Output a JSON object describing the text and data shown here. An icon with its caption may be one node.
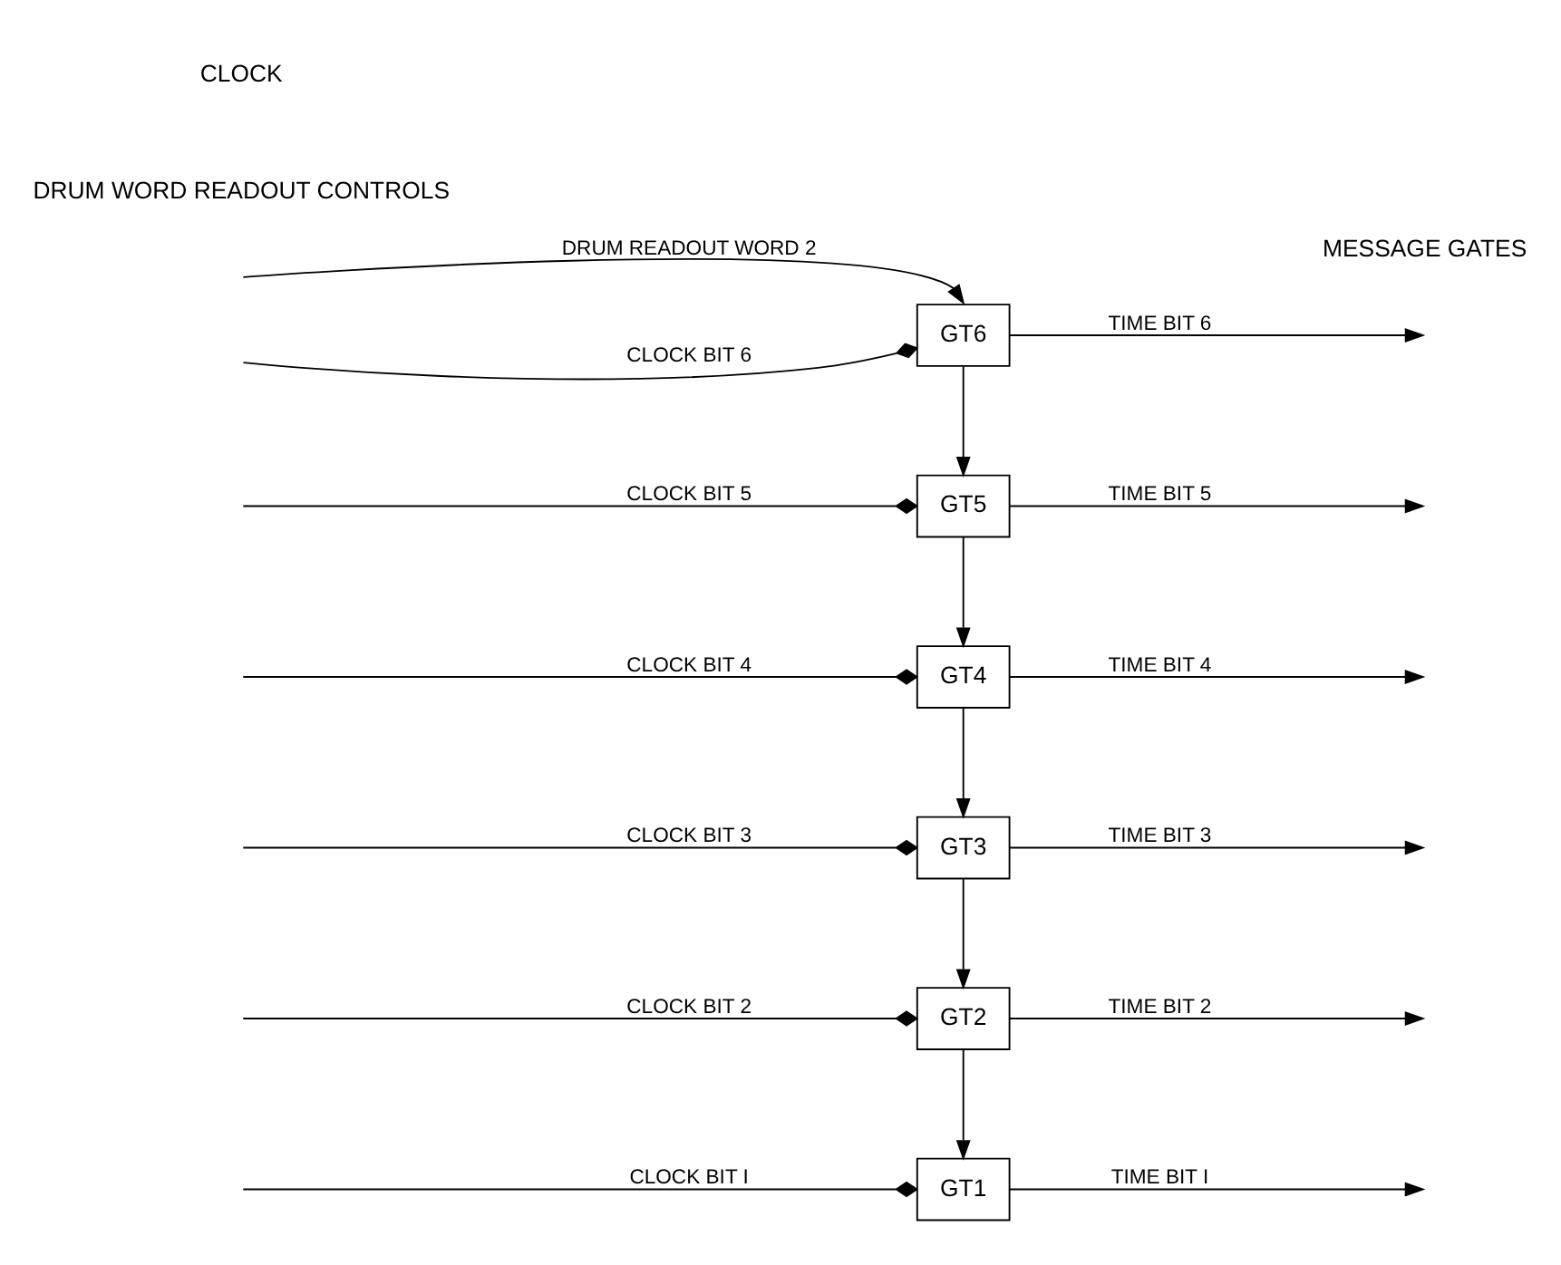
{
  "diagram": {
    "nodes": [
      {
        "text": [
          "GT6"
        ]
      },
      {
        "text": [
          "GT5"
        ]
      },
      {
        "text": [
          "GT4"
        ]
      },
      {
        "text": [
          "GT3"
        ]
      },
      {
        "text": [
          "GT2"
        ]
      },
      {
        "text": [
          "GT1"
        ]
      }
    ],
    "edges": [
      {
        "from": null,
        "to": 0,
        "arrow": "to",
        "label": "DRUM READOUT WORD 2"
      },
      {
        "from": null,
        "to": 0,
        "arrow": "other",
        "label": "CLOCK BIT 6"
      },
      {
        "from": 0,
        "to": null,
        "arrow": "to",
        "label": "TIME BIT 6"
      },
      {
        "from": 0,
        "to": 1,
        "arrow": "to"
      },
      {
        "from": null,
        "to": 1,
        "arrow": "other",
        "label": "CLOCK BIT 5"
      },
      {
        "from": 1,
        "to": null,
        "arrow": "to",
        "label": "TIME BIT 5"
      },
      {
        "from": 1,
        "to": 2,
        "arrow": "to"
      },
      {
        "from": null,
        "to": 2,
        "arrow": "other",
        "label": "CLOCK BIT 4"
      },
      {
        "from": 2,
        "to": null,
        "arrow": "to",
        "label": "TIME BIT 4"
      },
      {
        "from": 2,
        "to": 3,
        "arrow": "to"
      },
      {
        "from": null,
        "to": 3,
        "arrow": "other",
        "label": "CLOCK BIT 3"
      },
      {
        "from": 3,
        "to": null,
        "arrow": "to",
        "label": "TIME BIT 3"
      },
      {
        "from": 3,
        "to": 4,
        "arrow": "to"
      },
      {
        "from": null,
        "to": 4,
        "arrow": "other",
        "label": "CLOCK BIT 2"
      },
      {
        "from": 4,
        "to": null,
        "arrow": "to",
        "label": "TIME BIT 2"
      },
      {
        "from": 4,
        "to": 5,
        "arrow": "to"
      },
      {
        "from": null,
        "to": 5,
        "arrow": "other",
        "label": "CLOCK BIT I"
      },
      {
        "from": 5,
        "to": null,
        "arrow": "to",
        "label": "TIME BIT I"
      }
    ],
    "labels": [
      "DRUM WORD READOUT CONTROLS",
      "CLOCK",
      "MESSAGE GATES"
    ]
  }
}
